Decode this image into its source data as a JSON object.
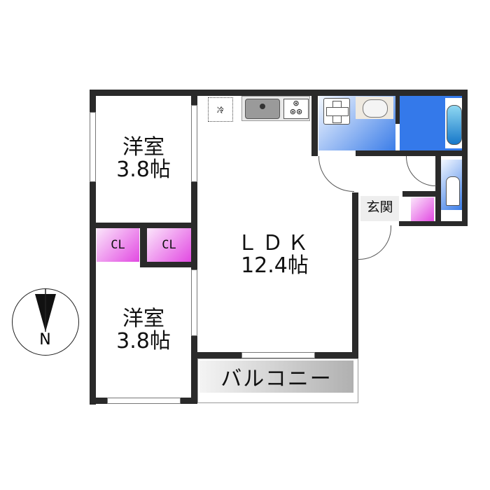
{
  "rooms": {
    "western_room_top": {
      "name": "洋室",
      "size": "3.8帖"
    },
    "western_room_bottom": {
      "name": "洋室",
      "size": "3.8帖"
    },
    "ldk": {
      "name": "ＬＤＫ",
      "size": "12.4帖"
    },
    "closet_1": "CL",
    "closet_2": "CL",
    "entrance": "玄関",
    "balcony": "バルコニー",
    "fridge": "冷"
  },
  "compass": {
    "label": "N"
  },
  "colors": {
    "wall": "#2a2a2a",
    "closet": "#e24ae2",
    "wet_area": "#3b7de8"
  }
}
